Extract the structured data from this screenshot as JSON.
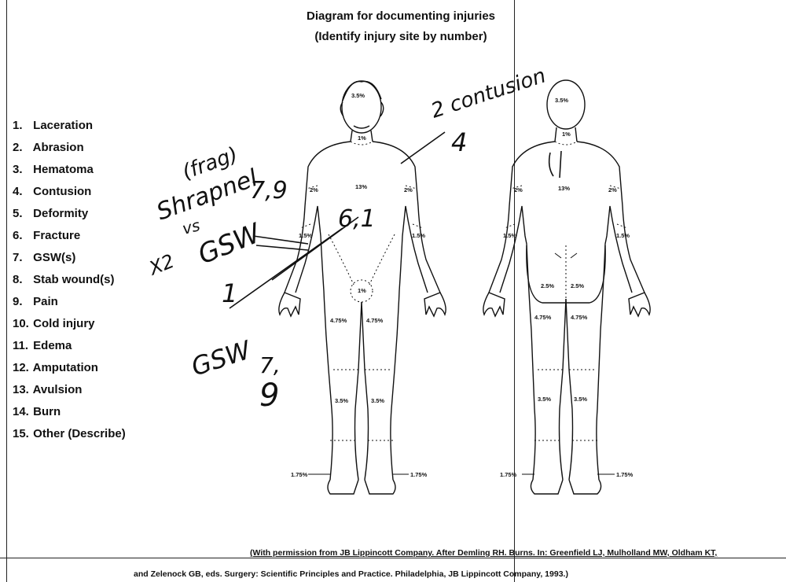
{
  "header": {
    "title": "Diagram for documenting injuries",
    "subtitle": "(Identify injury site by number)"
  },
  "injury_types": [
    {
      "num": "1.",
      "label": "Laceration"
    },
    {
      "num": "2.",
      "label": "Abrasion"
    },
    {
      "num": "3.",
      "label": "Hematoma"
    },
    {
      "num": "4.",
      "label": "Contusion"
    },
    {
      "num": "5.",
      "label": "Deformity"
    },
    {
      "num": "6.",
      "label": "Fracture"
    },
    {
      "num": "7.",
      "label": "GSW(s)"
    },
    {
      "num": "8.",
      "label": "Stab wound(s)"
    },
    {
      "num": "9.",
      "label": "Pain"
    },
    {
      "num": "10.",
      "label": "Cold injury"
    },
    {
      "num": "11.",
      "label": "Edema"
    },
    {
      "num": "12.",
      "label": "Amputation"
    },
    {
      "num": "13.",
      "label": "Avulsion"
    },
    {
      "num": "14.",
      "label": "Burn"
    },
    {
      "num": "15.",
      "label": "Other (Describe)"
    }
  ],
  "front_figure": {
    "head": "3.5%",
    "neck": "1%",
    "torso": "13%",
    "left_upper_arm": "2%",
    "right_upper_arm": "2%",
    "left_forearm": "1.5%",
    "right_forearm": "1.5%",
    "groin": "1%",
    "left_thigh": "4.75%",
    "right_thigh": "4.75%",
    "left_leg": "3.5%",
    "right_leg": "3.5%",
    "left_foot": "1.75%",
    "right_foot": "1.75%"
  },
  "back_figure": {
    "head": "3.5%",
    "neck": "1%",
    "torso": "13%",
    "left_upper_arm": "2%",
    "right_upper_arm": "2%",
    "left_forearm": "1.5%",
    "right_forearm": "1.5%",
    "left_buttock": "2.5%",
    "right_buttock": "2.5%",
    "left_thigh": "4.75%",
    "right_thigh": "4.75%",
    "left_leg": "3.5%",
    "right_leg": "3.5%",
    "left_foot": "1.75%",
    "right_foot": "1.75%"
  },
  "handwritten": {
    "contusion_note": "2 contusion",
    "contusion_code": "4",
    "frag": "(frag)",
    "shrapnel": "Shrapnel",
    "vs": "vs",
    "gsw_upper": "GSW",
    "x2": "X2",
    "codes_upper": "7,9",
    "codes_chest": "6,1",
    "num_one": "1",
    "gsw_lower": "GSW",
    "codes_lower": "7,",
    "code_nine": "9"
  },
  "credits": {
    "line1": "(With permission from JB Lippincott Company.  After Demling RH.  Burns.  In:  Greenfield LJ, Mulholland MW, Oldham KT,",
    "line2": "and Zelenock GB,  eds.  Surgery:  Scientific Principles and Practice.  Philadelphia, JB Lippincott Company, 1993.)"
  }
}
